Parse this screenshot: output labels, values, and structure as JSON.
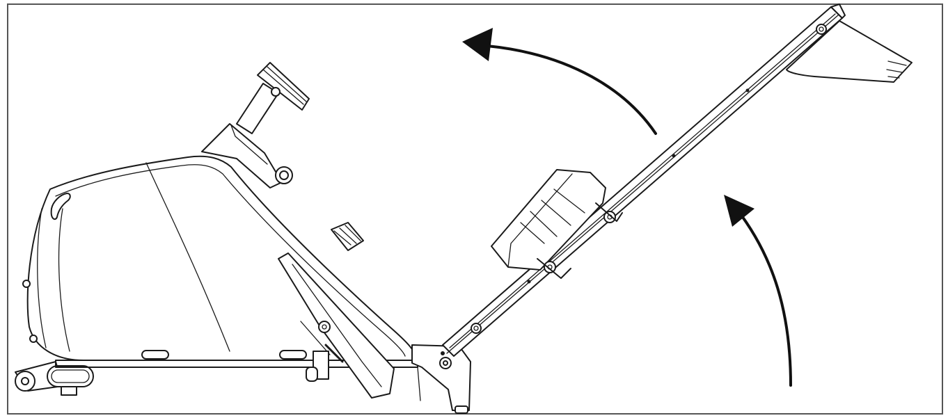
{
  "figure": {
    "subject": "rowing-machine-rail-folding",
    "frame_color": "#555555",
    "line_color": "#1a1a1a",
    "arrow_color": "#111111",
    "arrows": [
      {
        "id": "arrow-upper",
        "direction": "counter-clockwise"
      },
      {
        "id": "arrow-lower",
        "direction": "upward"
      }
    ]
  }
}
